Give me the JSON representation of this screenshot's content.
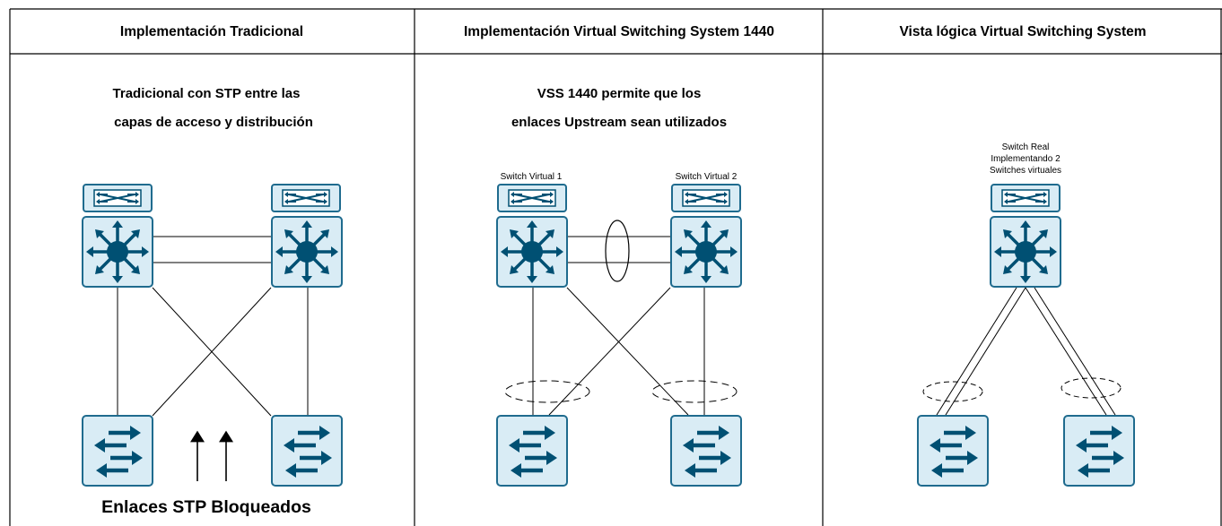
{
  "headers": {
    "traditional": "Implementación Tradicional",
    "vss": "Implementación Virtual Switching System 1440",
    "logical": "Vista lógica Virtual Switching System"
  },
  "traditional": {
    "caption_line1": "Tradicional con STP entre las",
    "caption_line2": "capas de acceso y distribución",
    "blocked_label": "Enlaces STP Bloqueados"
  },
  "vss": {
    "caption_line1": "VSS 1440 permite que los",
    "caption_line2": "enlaces Upstream sean utilizados",
    "switch1_label": "Switch Virtual 1",
    "switch2_label": "Switch Virtual 2"
  },
  "logical": {
    "label_line1": "Switch Real",
    "label_line2": "Implementando 2",
    "label_line3": "Switches virtuales"
  },
  "colors": {
    "device_fill": "#d9ecf5",
    "device_stroke": "#1f6b8e",
    "icon": "#005073"
  }
}
